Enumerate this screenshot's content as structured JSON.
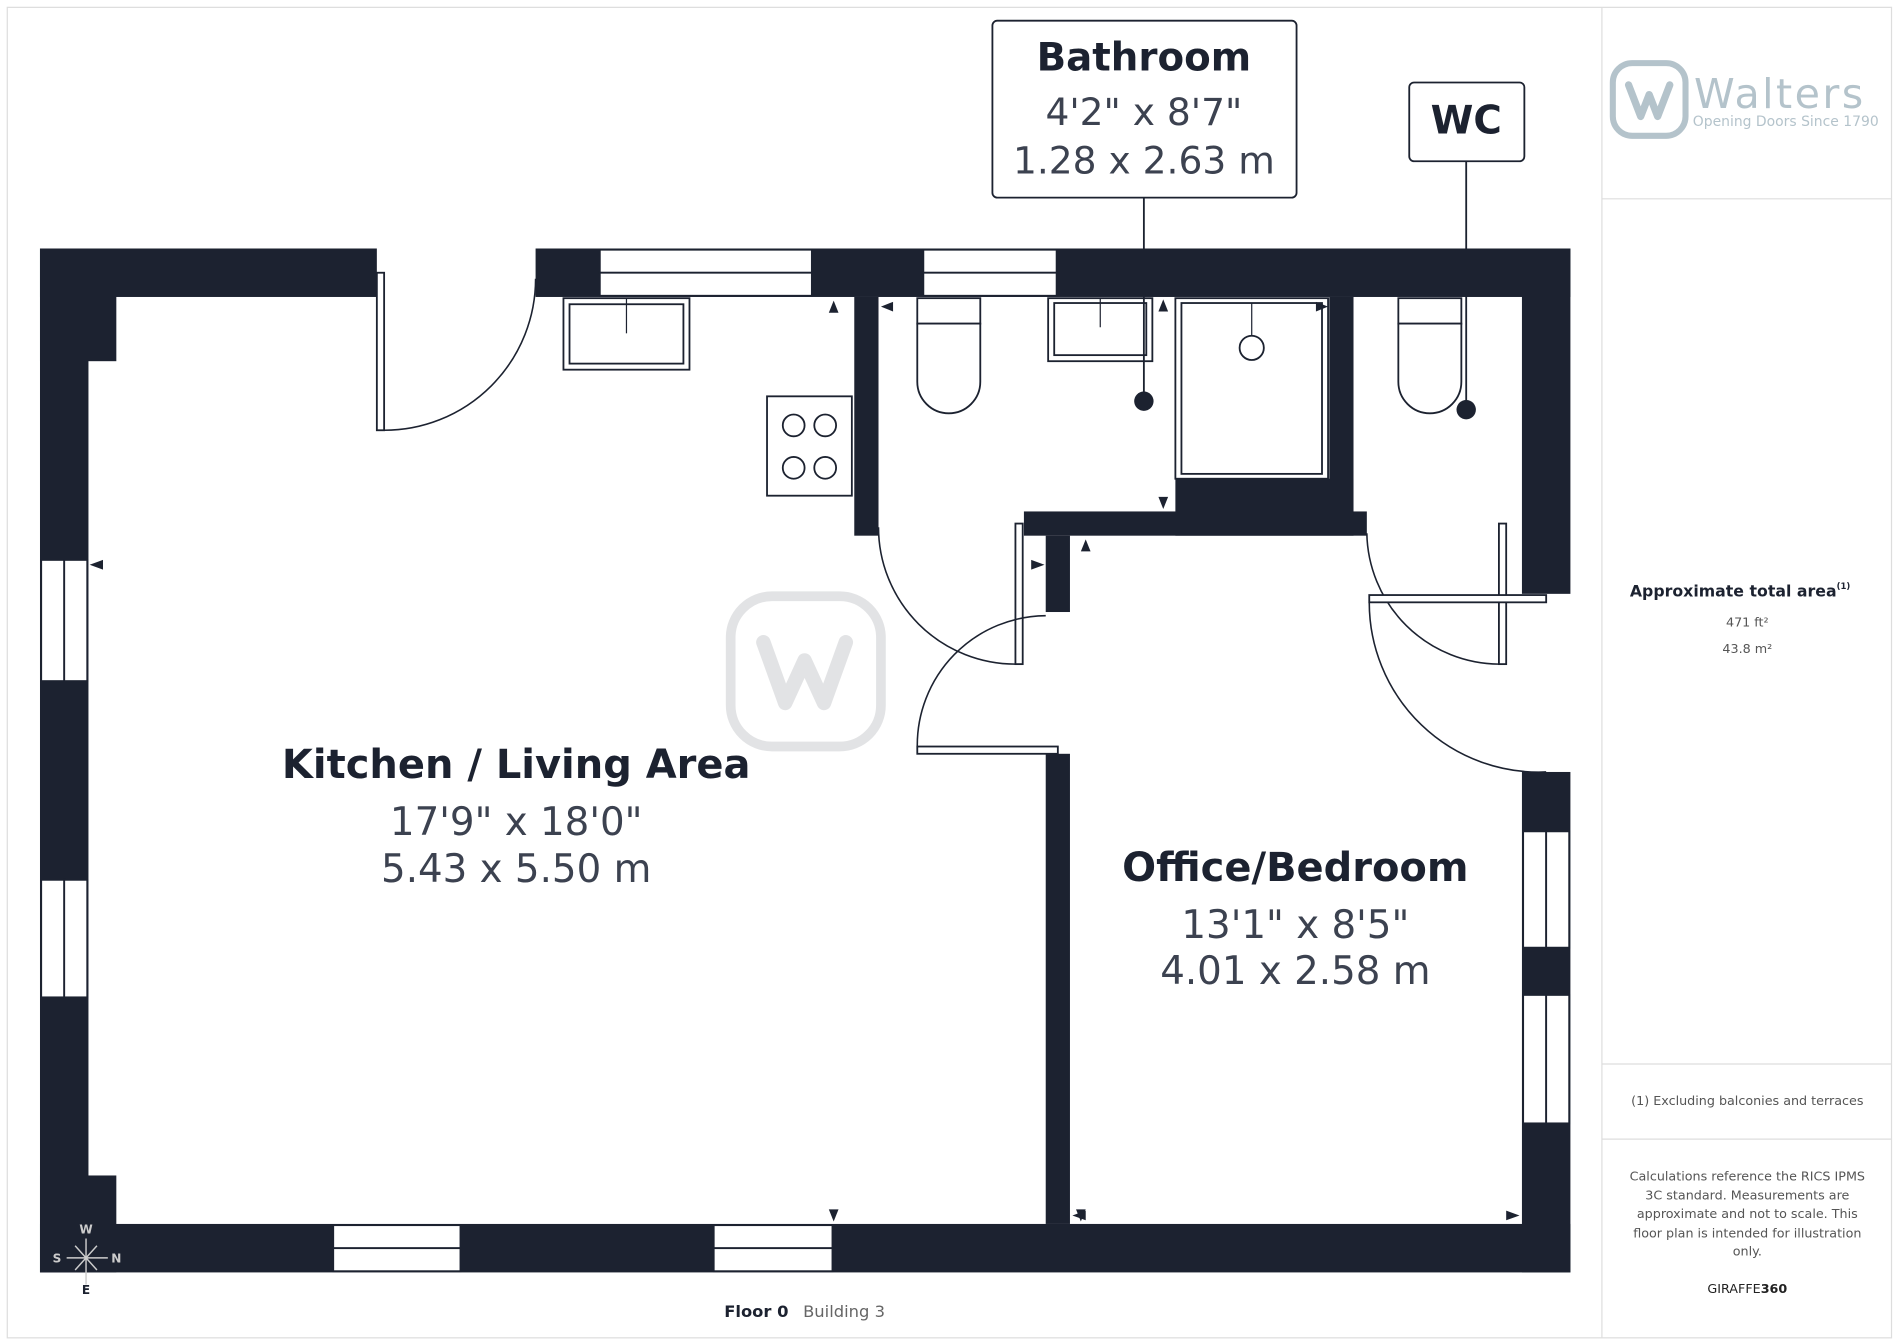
{
  "brand": {
    "name": "Walters",
    "tagline": "Opening Doors Since 1790",
    "color": "#b4c3cb"
  },
  "colors": {
    "wall": "#1c2230",
    "text": "#1c2230"
  },
  "rooms": [
    {
      "name": "Kitchen / Living Area",
      "imperial": "17'9\" x 18'0\"",
      "metric": "5.43 x 5.50 m"
    },
    {
      "name": "Office/Bedroom",
      "imperial": "13'1\" x 8'5\"",
      "metric": "4.01 x 2.58 m"
    },
    {
      "name": "Bathroom",
      "imperial": "4'2\" x 8'7\"",
      "metric": "1.28 x 2.63 m"
    },
    {
      "name": "WC"
    }
  ],
  "compass": {
    "n": "N",
    "s": "S",
    "e": "E",
    "w": "W"
  },
  "footer": {
    "floor": "Floor 0",
    "building": "Building 3"
  },
  "side_panel": {
    "area_title": "Approximate total area",
    "area_note_mark": "(1)",
    "area_ft": "471 ft²",
    "area_m": "43.8 m²",
    "footnote": "(1) Excluding balconies and terraces",
    "disclaimer": [
      "Calculations reference the RICS IPMS",
      "3C standard. Measurements are",
      "approximate and not to scale. This",
      "floor plan is intended for illustration",
      "only."
    ],
    "credit_a": "GIRAFFE",
    "credit_b": "360"
  }
}
